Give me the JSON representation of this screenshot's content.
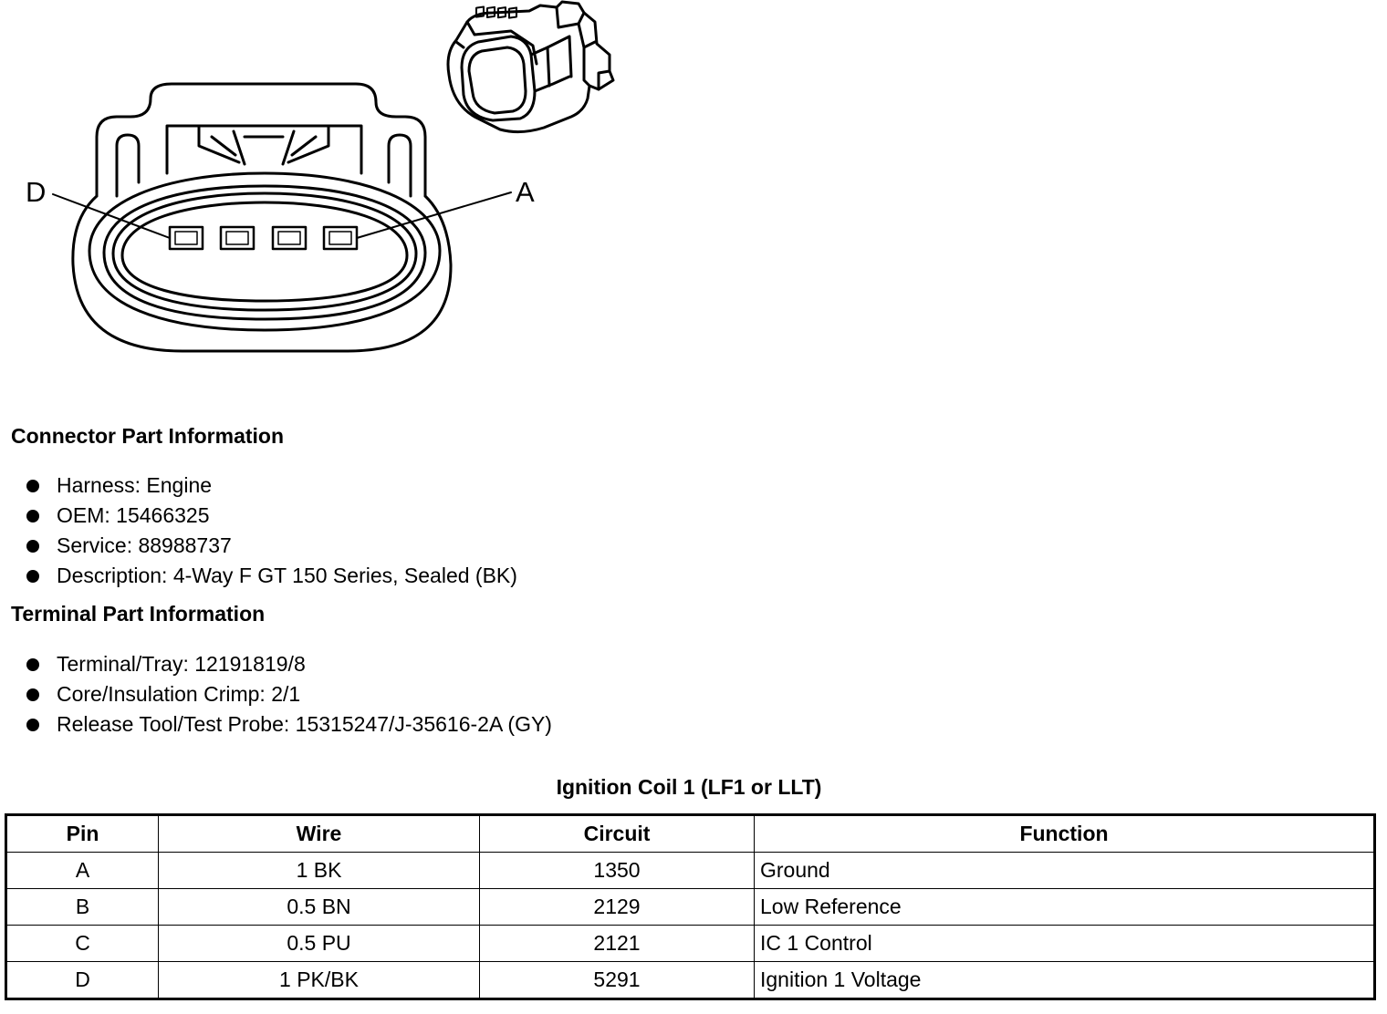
{
  "diagram": {
    "pin_label_left": "D",
    "pin_label_right": "A"
  },
  "connector_info": {
    "title": "Connector Part Information",
    "items": [
      "Harness: Engine",
      "OEM: 15466325",
      "Service: 88988737",
      "Description: 4-Way F GT 150 Series, Sealed (BK)"
    ]
  },
  "terminal_info": {
    "title": "Terminal Part Information",
    "items": [
      "Terminal/Tray: 12191819/8",
      "Core/Insulation Crimp: 2/1",
      "Release Tool/Test Probe: 15315247/J-35616-2A (GY)"
    ]
  },
  "table": {
    "title": "Ignition Coil 1 (LF1 or LLT)",
    "headers": [
      "Pin",
      "Wire",
      "Circuit",
      "Function"
    ],
    "rows": [
      [
        "A",
        "1 BK",
        "1350",
        "Ground"
      ],
      [
        "B",
        "0.5 BN",
        "2129",
        "Low Reference"
      ],
      [
        "C",
        "0.5 PU",
        "2121",
        "IC 1 Control"
      ],
      [
        "D",
        "1 PK/BK",
        "5291",
        "Ignition 1 Voltage"
      ]
    ]
  }
}
